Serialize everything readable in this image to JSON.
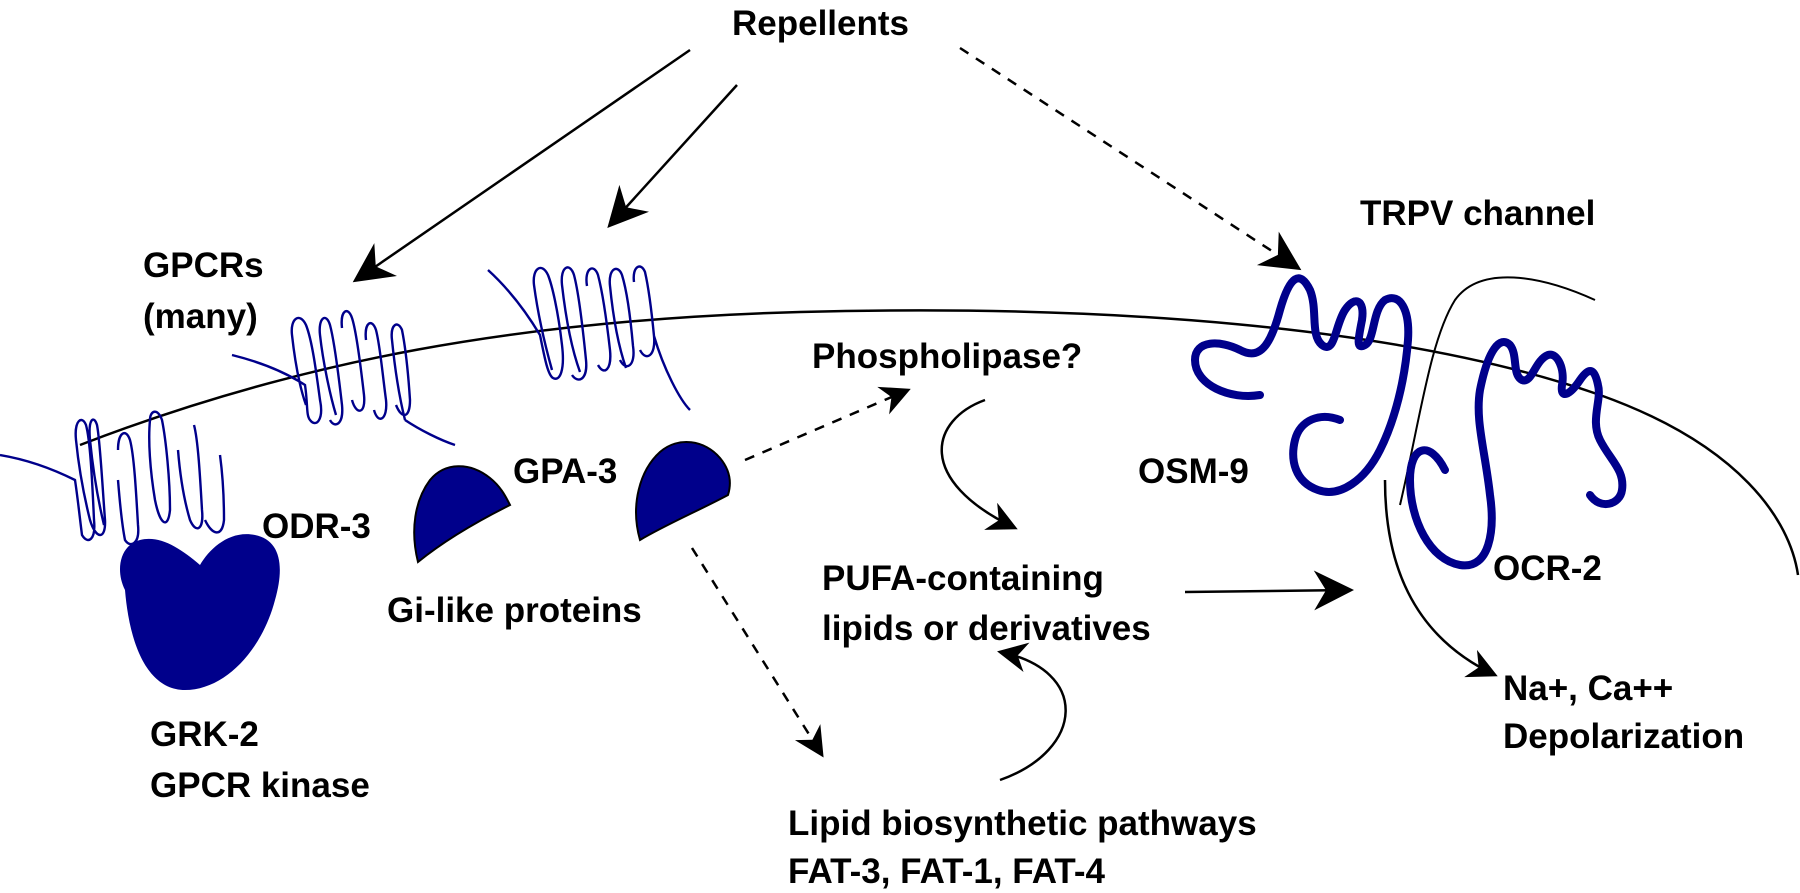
{
  "labels": {
    "repellents": "Repellents",
    "gpcrs_line1": "GPCRs",
    "gpcrs_line2": "(many)",
    "odr3": "ODR-3",
    "gpa3": "GPA-3",
    "gi_like": "Gi-like proteins",
    "grk2_line1": "GRK-2",
    "grk2_line2": "GPCR kinase",
    "phospholipase": "Phospholipase?",
    "pufa_line1": "PUFA-containing",
    "pufa_line2": "lipids or derivatives",
    "lipid_line1": "Lipid biosynthetic pathways",
    "lipid_line2": "FAT-3, FAT-1, FAT-4",
    "trpv": "TRPV channel",
    "osm9": "OSM-9",
    "ocr2": "OCR-2",
    "ions_line1": "Na+, Ca++",
    "ions_line2": "Depolarization"
  },
  "colors": {
    "protein": "#00008b",
    "line": "#000000",
    "background": "#ffffff"
  }
}
